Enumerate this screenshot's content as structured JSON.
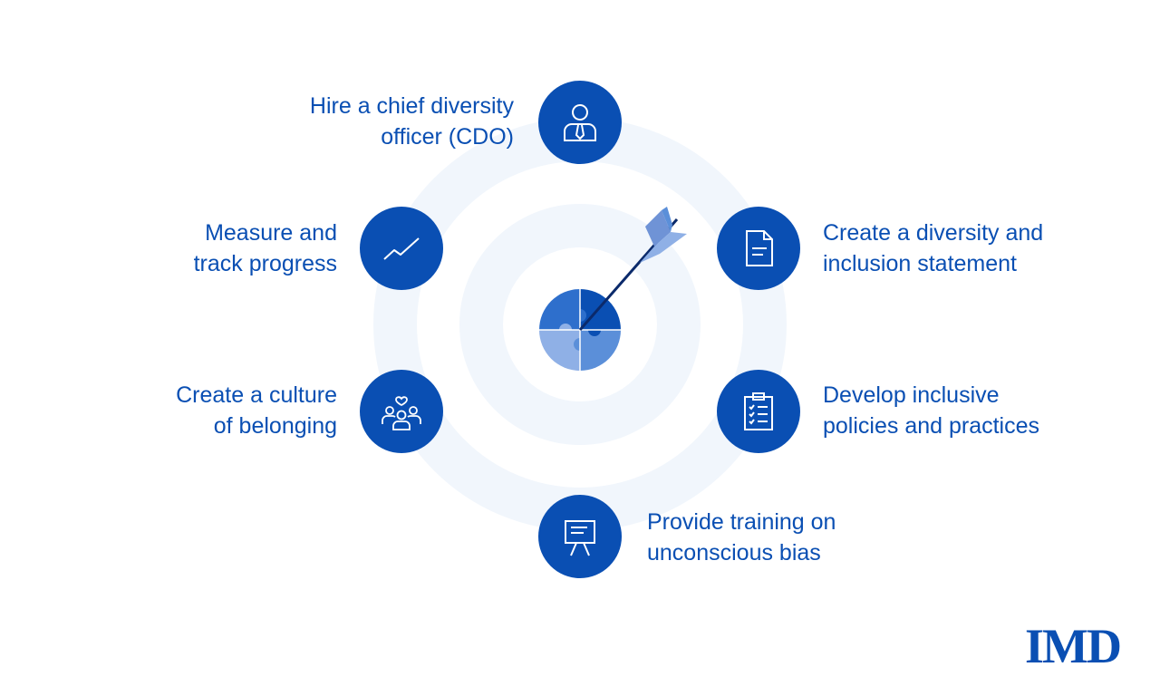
{
  "steps": [
    {
      "line1": "Hire a chief diversity",
      "line2": "officer (CDO)",
      "icon": "person-tie-icon"
    },
    {
      "line1": "Create a diversity and",
      "line2": "inclusion statement",
      "icon": "document-icon"
    },
    {
      "line1": "Develop inclusive",
      "line2": "policies and practices",
      "icon": "clipboard-checklist-icon"
    },
    {
      "line1": "Provide training on",
      "line2": "unconscious bias",
      "icon": "presentation-board-icon"
    },
    {
      "line1": "Create a culture",
      "line2": "of belonging",
      "icon": "group-heart-icon"
    },
    {
      "line1": "Measure and",
      "line2": "track progress",
      "icon": "trend-line-icon"
    }
  ],
  "center": {
    "icon": "puzzle-target-arrow-icon"
  },
  "logo": {
    "text": "IMD"
  },
  "colors": {
    "primary": "#0a4fb3",
    "ring": "#f1f6fc",
    "puzzle_light": "#8fb0e6",
    "puzzle_mid": "#5b8fd9",
    "arrow_fletch": "#6f93d6",
    "arrow_shaft": "#0b2a6b"
  }
}
